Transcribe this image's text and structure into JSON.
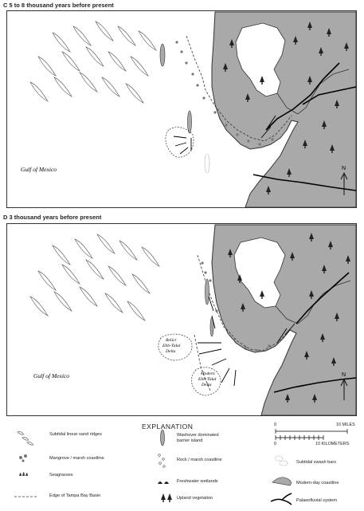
{
  "panels": [
    {
      "title_letter": "C",
      "title_text": "5 to 8 thousand years before present",
      "gulf_label": "Gulf of Mexico",
      "north_label": "N"
    },
    {
      "title_letter": "D",
      "title_text": "3 thousand years before present",
      "gulf_label": "Gulf of Mexico",
      "north_label": "N",
      "relict_delta_label": [
        "Relict",
        "Ebb-Tidal",
        "Delta"
      ],
      "modern_delta_label": [
        "Modern",
        "Ebb-Tidal",
        "Delta"
      ]
    }
  ],
  "legend": {
    "title": "EXPLANATION",
    "items": {
      "sand_ridges": "Subtidal linear sand ridges",
      "mangrove": "Mangrove / marsh coastline",
      "seagrasses": "Seagrasses",
      "basin_edge": "Edge of Tampa Bay Basin",
      "washover_1": "Washover dominated",
      "washover_2": "barrier island",
      "rock_marsh": "Rock / marsh coastline",
      "freshwater": "Freshwater wetlands",
      "upland": "Upland vegetation",
      "swash_bars": "Subtidal swash bars",
      "modern_coast": "Modern-day coastline",
      "palaeofluvial": "Palaeofluvial system"
    },
    "scale": {
      "miles_zero": "0",
      "miles_label": "10 MILES",
      "km_zero": "0",
      "km_label": "10 KILOMETERS"
    }
  },
  "colors": {
    "land": "#a9a9a9",
    "water": "#ffffff",
    "outline": "#333333"
  }
}
